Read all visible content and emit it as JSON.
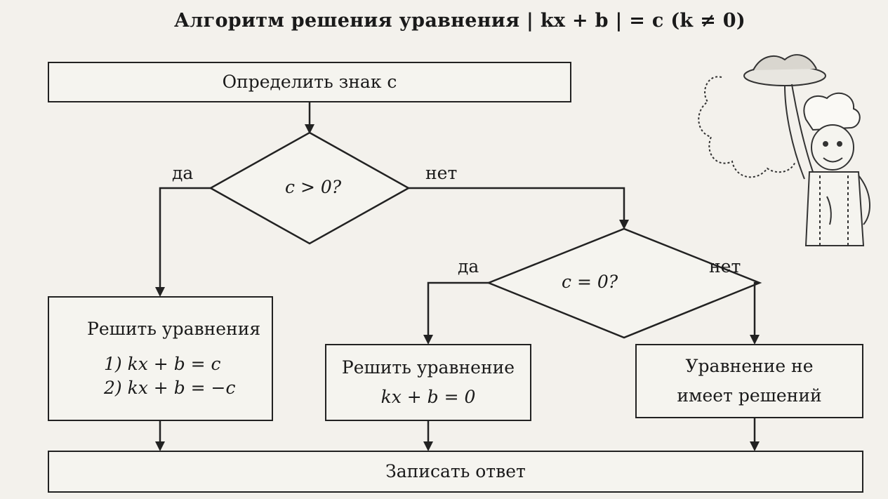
{
  "title": "Алгоритм решения уравнения | kx + b | = c (k ≠ 0)",
  "start_box": "Определить знак c",
  "decision1": {
    "text": "c > 0?",
    "yes": "да",
    "no": "нет"
  },
  "decision2": {
    "text": "c = 0?",
    "yes": "да",
    "no": "нет"
  },
  "box_solve_two": {
    "heading": "Решить уравнения",
    "eq1": "1) kx + b = c",
    "eq2": "2) kx + b = −c"
  },
  "box_solve_one": {
    "heading": "Решить уравнение",
    "eq": "kx + b = 0"
  },
  "box_no_solution": {
    "line1": "Уравнение не",
    "line2": "имеет решений"
  },
  "end_box": "Записать ответ"
}
